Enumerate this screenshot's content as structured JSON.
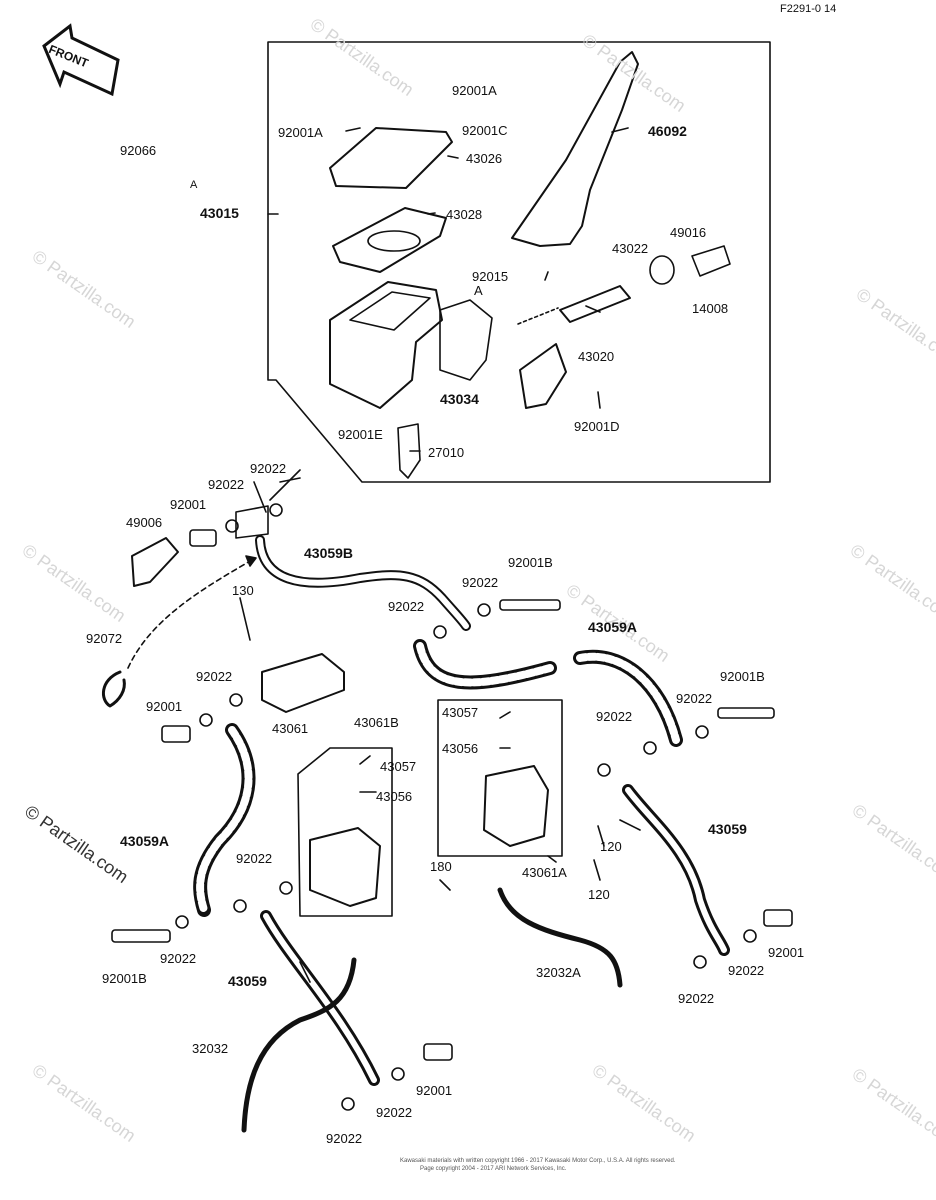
{
  "page_code": "F2291-0 14",
  "front_label": "FRONT",
  "watermark": "© Partzilla.com",
  "copyright_line1": "Kawasaki materials with written copyright 1966 - 2017 Kawasaki Motor Corp., U.S.A. All rights reserved.",
  "copyright_line2": "Page copyright 2004 - 2017 ARI Network Services, Inc.",
  "parts": {
    "p92001A_a": "92001A",
    "p92001A_b": "92001A",
    "p92001C": "92001C",
    "p46092": "46092",
    "p92066": "92066",
    "pA_a": "A",
    "p43026": "43026",
    "p43015": "43015",
    "p43028": "43028",
    "p49016": "49016",
    "p43022": "43022",
    "p14008": "14008",
    "p92015": "92015",
    "pA_b": "A",
    "p43020": "43020",
    "p43034": "43034",
    "p92001D": "92001D",
    "p92001E": "92001E",
    "p27010": "27010",
    "p92022_a": "92022",
    "p92022_b": "92022",
    "p92001_a": "92001",
    "p49006": "49006",
    "p43059B": "43059B",
    "p92001B_a": "92001B",
    "p92022_c": "92022",
    "p130": "130",
    "p92022_d": "92022",
    "p43059A_a": "43059A",
    "p92072": "92072",
    "p92022_e": "92022",
    "p92001B_b": "92001B",
    "p92001_b": "92001",
    "p43061": "43061",
    "p92022_f": "92022",
    "p43061B": "43061B",
    "p43057_a": "43057",
    "p43056_a": "43056",
    "p43057_b": "43057",
    "p43056_b": "43056",
    "p43059_a": "43059",
    "p120_a": "120",
    "p120_b": "120",
    "p43061A": "43061A",
    "p43059A_b": "43059A",
    "p92022_g": "92022",
    "p180": "180",
    "p92022_h": "92022",
    "p92001B_c": "92001B",
    "p43059_b": "43059",
    "p32032A": "32032A",
    "p92022_i": "92022",
    "p92022_j": "92022",
    "p92001_c": "92001",
    "p32032": "32032",
    "p92001_d": "92001",
    "p92022_k": "92022",
    "p92022_l": "92022"
  }
}
